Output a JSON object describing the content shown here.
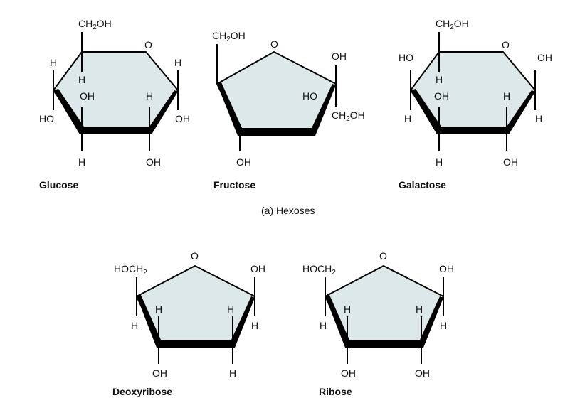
{
  "glucose": {
    "name": "Glucose",
    "ch2oh": "CH2OH",
    "o": "O",
    "labels": [
      "H",
      "H",
      "HO",
      "OH",
      "H",
      "H",
      "OH",
      "H",
      "OH"
    ]
  },
  "fructose": {
    "name": "Fructose",
    "ch2oh": "CH2OH",
    "o": "O",
    "labels": [
      "OH",
      "HO",
      "CH2OH",
      "OH"
    ]
  },
  "galactose": {
    "name": "Galactose",
    "ch2oh": "CH2OH",
    "o": "O",
    "labels": [
      "HO",
      "H",
      "H",
      "OH",
      "H",
      "OH",
      "H",
      "H",
      "OH"
    ]
  },
  "hexoses_caption": "(a) Hexoses",
  "deoxyribose": {
    "name": "Deoxyribose",
    "hoch2": "HOCH2",
    "o": "O",
    "labels": [
      "OH",
      "H",
      "H",
      "H",
      "H",
      "OH",
      "H"
    ]
  },
  "ribose": {
    "name": "Ribose",
    "hoch2": "HOCH2",
    "o": "O",
    "labels": [
      "OH",
      "H",
      "H",
      "H",
      "H",
      "OH",
      "OH"
    ]
  }
}
